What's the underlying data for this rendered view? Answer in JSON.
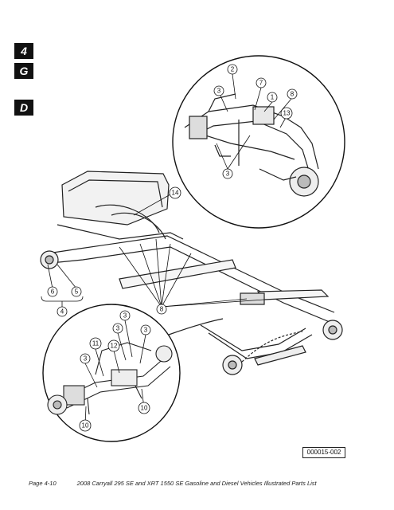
{
  "section_tabs": [
    "4",
    "G",
    "D"
  ],
  "callouts": {
    "c2": "2",
    "c7": "7",
    "c3a": "3",
    "c1": "1",
    "c8": "8",
    "c13": "13",
    "c3b": "3",
    "c14": "14",
    "c6": "6",
    "c5": "5",
    "c4": "4",
    "c8m": "8",
    "c3c": "3",
    "c3d": "3",
    "c3e": "3",
    "c11": "11",
    "c12": "12",
    "c3f": "3",
    "c10a": "10",
    "c10b": "10"
  },
  "figure_id": "000015-002",
  "footer": {
    "page_label": "Page 4-10",
    "doc_title": "2008 Carryall 295 SE and XRT 1550 SE Gasoline and Diesel Vehicles Illustrated Parts List"
  }
}
